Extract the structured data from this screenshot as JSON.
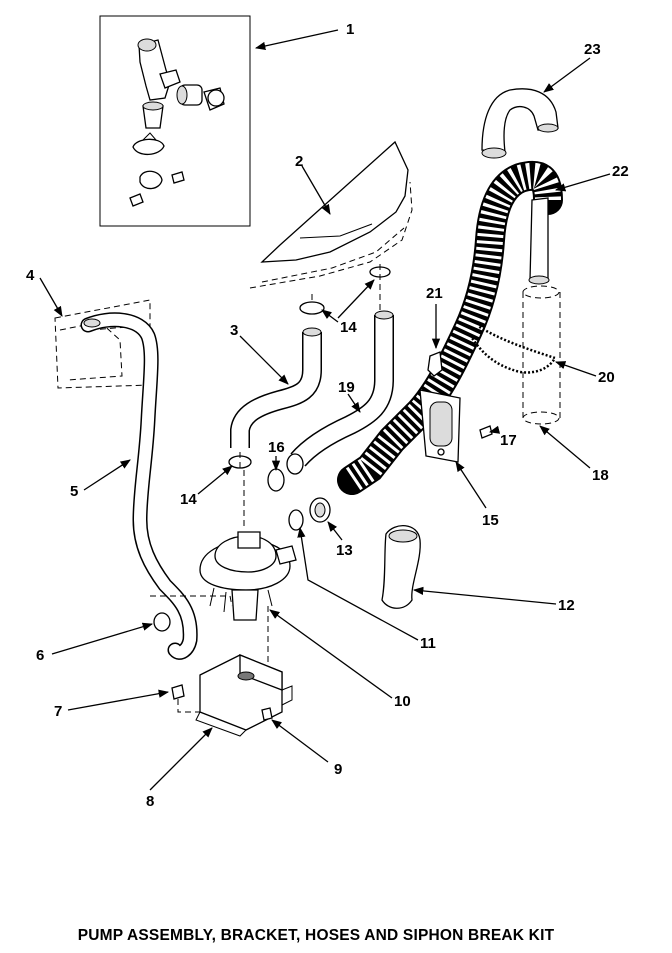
{
  "title": "PUMP ASSEMBLY, BRACKET, HOSES AND SIPHON BREAK KIT",
  "callouts": [
    "1",
    "2",
    "3",
    "4",
    "5",
    "6",
    "7",
    "8",
    "9",
    "10",
    "11",
    "12",
    "13",
    "14",
    "14",
    "15",
    "16",
    "17",
    "18",
    "19",
    "20",
    "21",
    "22",
    "23"
  ]
}
